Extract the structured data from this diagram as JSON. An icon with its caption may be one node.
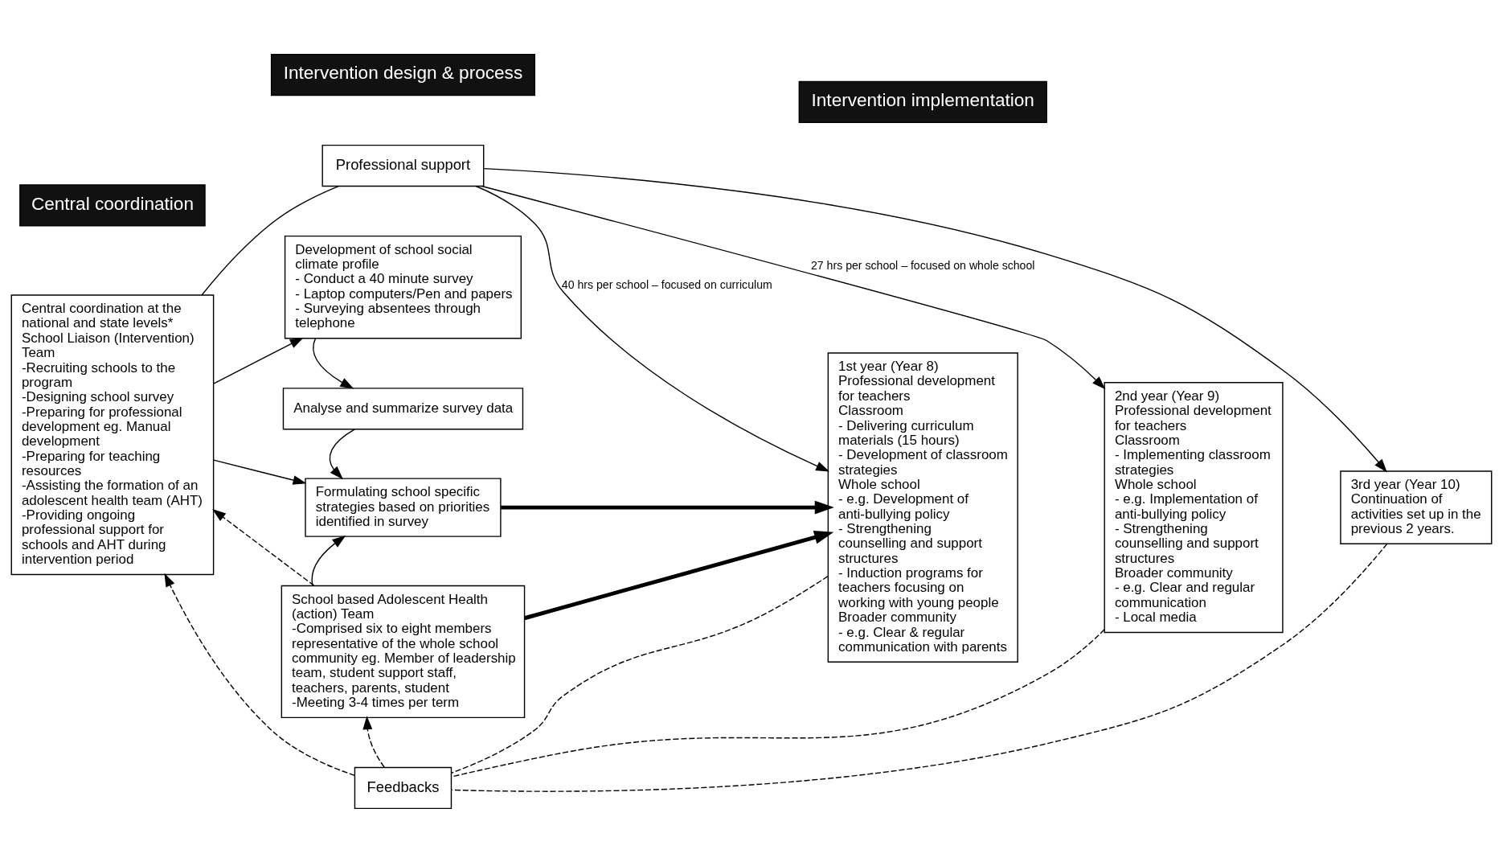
{
  "diagram": {
    "nodes": [
      {
        "text": [
          "Central coordination"
        ]
      },
      {
        "text": [
          "Intervention design & process"
        ]
      },
      {
        "text": [
          "Intervention implementation"
        ]
      },
      {
        "text": [
          "Professional support"
        ]
      },
      {
        "text": [
          "Central coordination at the national and state levels*",
          "School Liaison (Intervention) Team",
          "-Recruiting schools to the program",
          "-Designing school survey",
          "-Preparing for professional development eg. Manual development",
          "-Preparing for teaching resources",
          "-Assisting the formation of an adolescent health team (AHT)",
          "-Providing ongoing professional support for schools and AHT during intervention period"
        ]
      },
      {
        "text": [
          "Development of school social climate profile",
          "- Conduct a 40 minute survey",
          "- Laptop computers/Pen and papers",
          "- Surveying absentees through telephone"
        ]
      },
      {
        "text": [
          "Analyse and summarize survey data"
        ]
      },
      {
        "text": [
          "Formulating school specific strategies based on priorities identified in survey"
        ]
      },
      {
        "text": [
          "School based Adolescent Health (action) Team",
          "-Comprised six to eight members representative of the whole school community eg. Member of leadership team, student support staff, teachers, parents, student",
          "-Meeting 3-4 times per term"
        ]
      },
      {
        "text": [
          "1st year (Year 8)",
          "Professional development for teachers",
          "Classroom",
          "- Delivering curriculum materials (15 hours)",
          "- Development of classroom strategies",
          "Whole school",
          "- e.g. Development of anti-bullying policy",
          "- Strengthening counselling and support structures",
          "- Induction programs for teachers focusing on working with young people",
          "Broader community",
          "- e.g. Clear & regular communication with parents"
        ]
      },
      {
        "text": [
          "2nd year (Year 9)",
          "Professional development for teachers",
          "Classroom",
          "- Implementing classroom strategies",
          "Whole school",
          "- e.g. Implementation of anti-bullying policy",
          "- Strengthening counselling and support structures",
          "Broader community",
          "- e.g. Clear and regular communication",
          "- Local media"
        ]
      },
      {
        "text": [
          "3rd year (Year 10)",
          "Continuation of activities set up in the previous 2 years."
        ]
      },
      {
        "text": [
          "Feedbacks"
        ]
      }
    ],
    "edges": [
      {
        "from": 4,
        "to": 3,
        "arrow": "none"
      },
      {
        "from": 3,
        "to": 9,
        "arrow": "to",
        "label": "40 hrs per school – focused on curriculum"
      },
      {
        "from": 3,
        "to": 10,
        "arrow": "to",
        "label": "27 hrs per school – focused on whole school"
      },
      {
        "from": 3,
        "to": 11,
        "arrow": "to"
      },
      {
        "from": 4,
        "to": 5,
        "arrow": "to"
      },
      {
        "from": 4,
        "to": 7,
        "arrow": "to"
      },
      {
        "from": 5,
        "to": 6,
        "arrow": "to"
      },
      {
        "from": 6,
        "to": 7,
        "arrow": "to"
      },
      {
        "from": 8,
        "to": 7,
        "arrow": "to"
      },
      {
        "from": 7,
        "to": 9,
        "arrow": "to",
        "style": "thick"
      },
      {
        "from": 8,
        "to": 9,
        "arrow": "to",
        "style": "thick"
      },
      {
        "from": 9,
        "to": 12,
        "arrow": "none",
        "style": "dashed"
      },
      {
        "from": 10,
        "to": 12,
        "arrow": "none",
        "style": "dashed"
      },
      {
        "from": 11,
        "to": 12,
        "arrow": "none",
        "style": "dashed"
      },
      {
        "from": 12,
        "to": 8,
        "arrow": "to",
        "style": "dashed"
      },
      {
        "from": 12,
        "to": 4,
        "arrow": "to",
        "style": "dashed"
      },
      {
        "from": 8,
        "to": 4,
        "arrow": "to",
        "style": "dashed"
      }
    ]
  }
}
